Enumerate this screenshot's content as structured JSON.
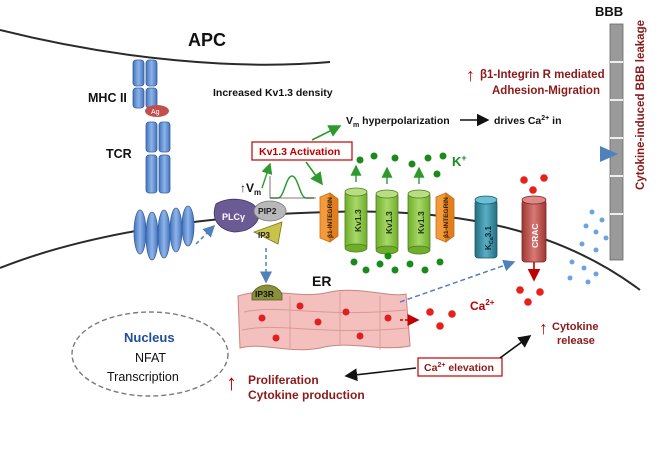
{
  "labels": {
    "apc": "APC",
    "bbb": "BBB",
    "mhc": "MHC II",
    "ag": "Ag",
    "tcr": "TCR",
    "kv_density": "Increased Kv1.3 density",
    "vm_hyper_pre": "V",
    "vm_hyper_sub": "m",
    "vm_hyper_post": " hyperpolarization",
    "drives_pre": "drives Ca",
    "drives_sup": "2+",
    "drives_post": " in",
    "kv_activation": "Kv1.3 Activation",
    "vm_arrow": "↑",
    "vm_v": "V",
    "vm_sub": "m",
    "k_ion": "K",
    "k_sup": "+",
    "plcg": "PLCγ",
    "pip2": "PIP2",
    "ip3": "IP3",
    "b1_integrin": "β1-INTEGRIN",
    "kv13": "Kv1.3",
    "kca31_pre": "K",
    "kca31_sub": "Ca",
    "kca31_post": "3.1",
    "crac": "CRAC",
    "er": "ER",
    "ip3r": "IP3R",
    "nucleus": "Nucleus",
    "nfat": "NFAT",
    "transcription": "Transcription",
    "ca_pre": "Ca",
    "ca_sup": "2+",
    "cytokine_release_line1": "Cytokine",
    "cytokine_release_line2": "release",
    "ca_elevation_pre": "Ca",
    "ca_elevation_sup": "2+",
    "ca_elevation_post": " elevation",
    "proliferation": "Proliferation",
    "cytokine_production": "Cytokine production",
    "b1_adhesion_line1": "β1-Integrin R mediated",
    "b1_adhesion_line2": "Adhesion-Migration",
    "bbb_leakage": "Cytokine-induced BBB leakage",
    "up_arrow": "↑"
  },
  "colors": {
    "membrane": "#2a2a2a",
    "receptor_blue": "#5b8fd6",
    "kv_green": "#8dc63f",
    "integrin_orange": "#f39a3c",
    "crac_red": "#c0504d",
    "kca_teal": "#31849b",
    "plcg_purple": "#6b5b95",
    "pip2_gray": "#a6a6a6",
    "ip3_olive": "#b5b33a",
    "er_pink": "#f2b8b5",
    "dark_red": "#8b1a1a",
    "k_green": "#1a8a1a",
    "ca_red": "#e8201a",
    "dash_blue": "#4f81bd",
    "bbb_gray": "#8c8c8c"
  }
}
